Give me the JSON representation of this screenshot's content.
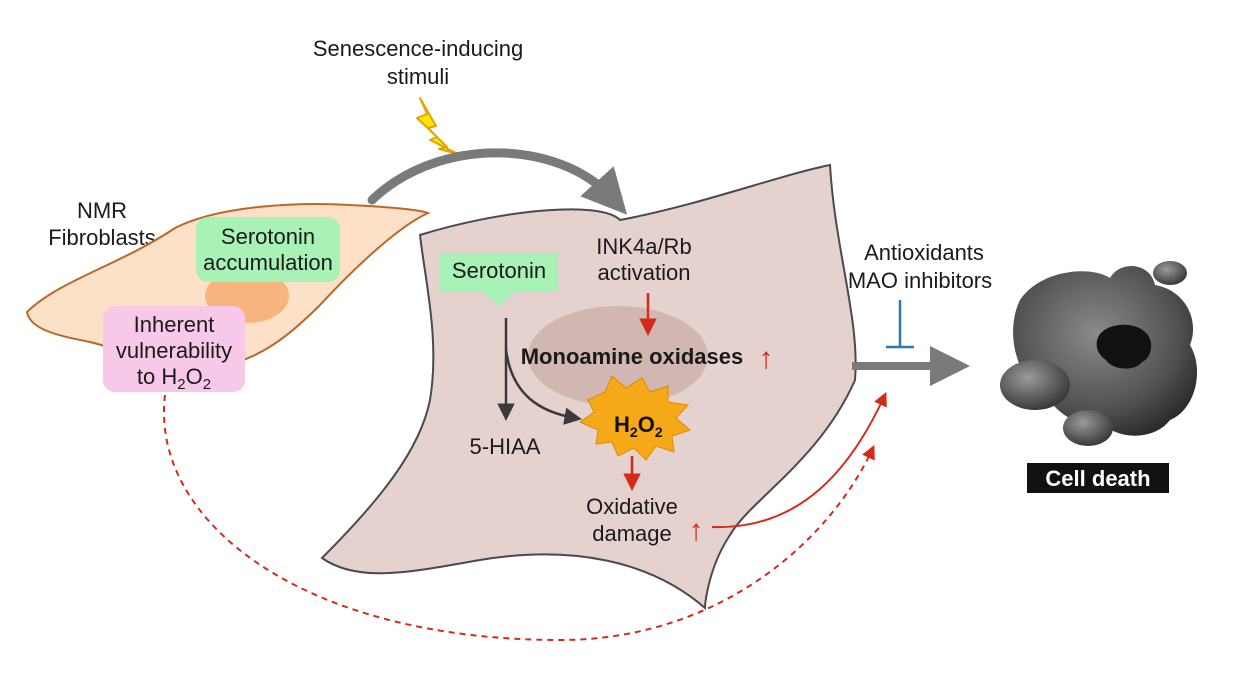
{
  "stimulus": {
    "line1": "Senescence-inducing",
    "line2": "stimuli"
  },
  "fibroblast": {
    "title_line1": "NMR",
    "title_line2": "Fibroblasts",
    "serotonin_box": {
      "line1": "Serotonin",
      "line2": "accumulation"
    },
    "vulnerability_box": {
      "line1": "Inherent",
      "line2": "vulnerability",
      "line3_prefix": "to H",
      "sub1": "2",
      "mid": "O",
      "sub2": "2"
    }
  },
  "senescent_cell": {
    "serotonin_label": "Serotonin",
    "ink4a_line1": "INK4a/Rb",
    "ink4a_line2": "activation",
    "mao_label": "Monoamine oxidases",
    "h2o2": {
      "h": "H",
      "sub1": "2",
      "o": "O",
      "sub2": "2"
    },
    "hiaa_label": "5-HIAA",
    "oxidative_line1": "Oxidative",
    "oxidative_line2": "damage",
    "up_arrow": "↑"
  },
  "inhibitors": {
    "line1": "Antioxidants",
    "line2": "MAO inhibitors"
  },
  "outcome": {
    "label": "Cell death"
  },
  "colors": {
    "fibroblast_fill": "#fde0c8",
    "fibroblast_stroke": "#b8692a",
    "nucleus": "#f7b57d",
    "senescent_fill": "#e5d2cf",
    "senescent_stroke": "#4a4a4a",
    "mao_zone": "#d1b6b1",
    "serotonin_box": "#a8f2b8",
    "vulnerability_box": "#f8c8e8",
    "red_arrow": "#d42a1c",
    "gray_arrow": "#7a7a7a",
    "inhibit_blue": "#2a7ab8",
    "burst_fill": "#f5a818",
    "lightning": "#ffe600",
    "dead_cell": "#585858"
  }
}
